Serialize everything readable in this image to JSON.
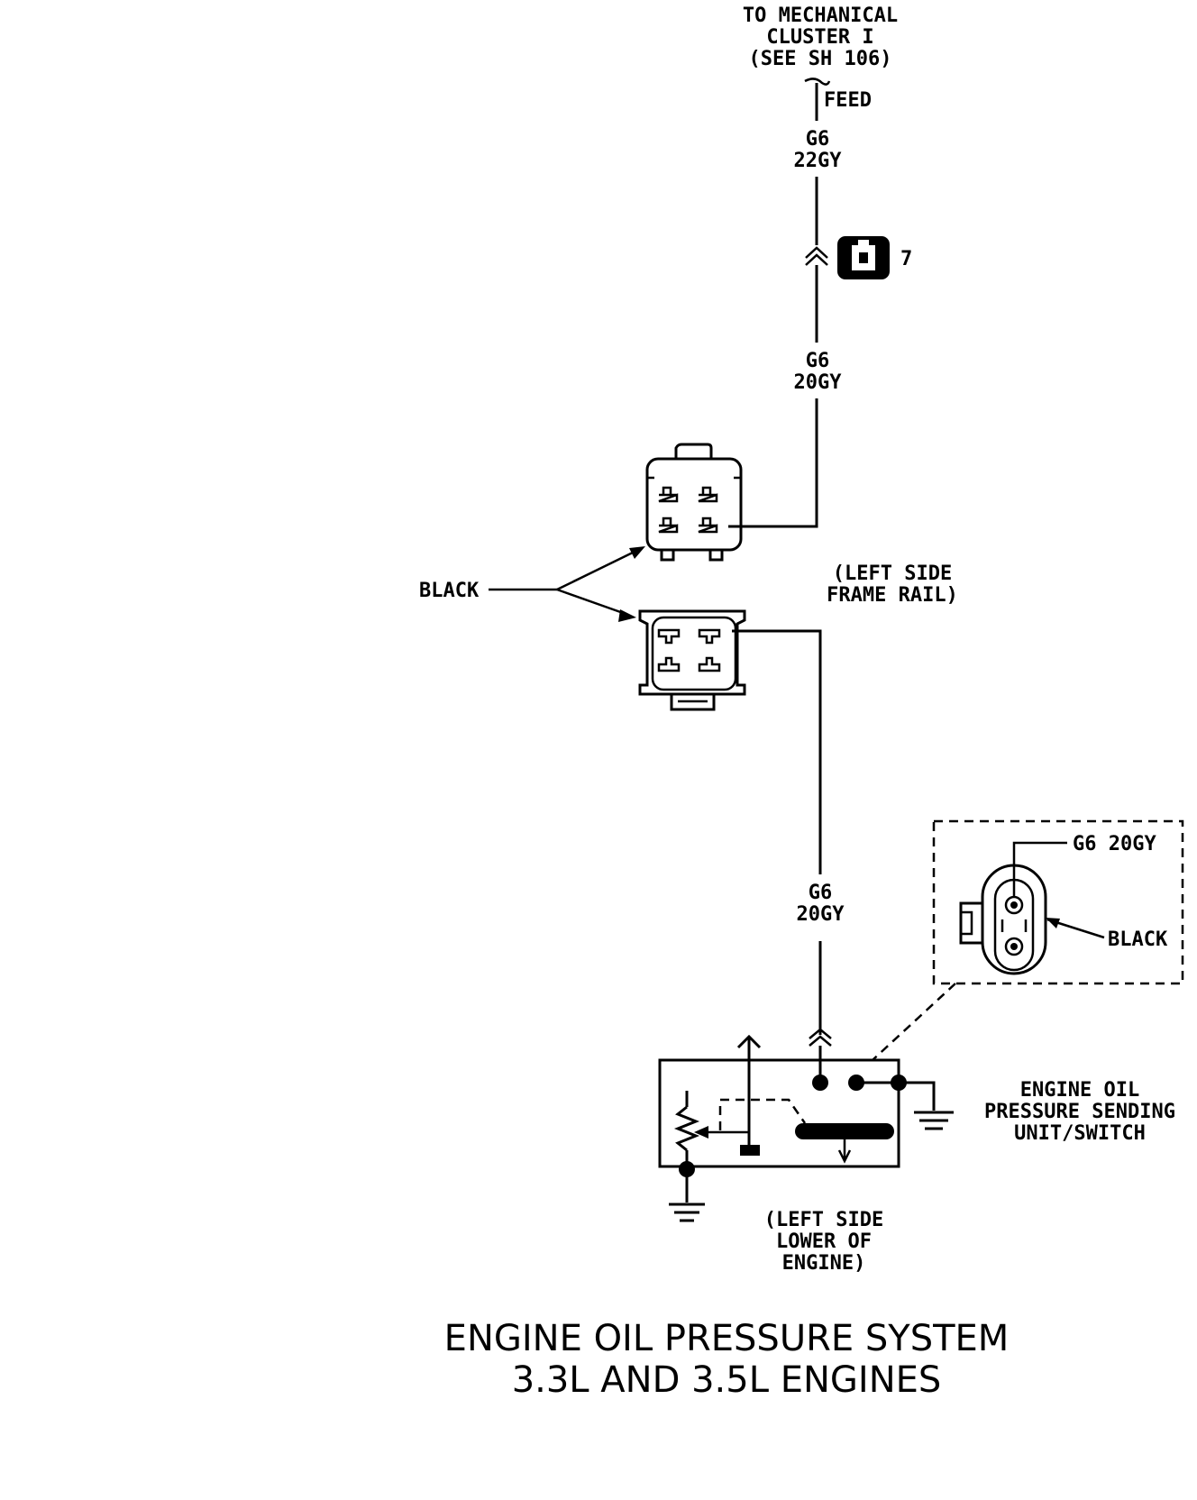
{
  "top_feed": {
    "destination_lines": [
      "TO MECHANICAL",
      "CLUSTER I",
      "(SEE SH 106)"
    ],
    "feed_label": "FEED"
  },
  "wires": {
    "upper": {
      "circuit": "G6",
      "gauge_color": "22GY"
    },
    "middle": {
      "circuit": "G6",
      "gauge_color": "20GY"
    },
    "lower": {
      "circuit": "G6",
      "gauge_color": "20GY"
    }
  },
  "splice_reference": "7",
  "connector": {
    "color_label": "BLACK",
    "location_lines": [
      "(LEFT SIDE",
      "FRAME RAIL)"
    ]
  },
  "inset": {
    "wire_label": "G6 20GY",
    "connector_label": "BLACK"
  },
  "sender": {
    "name_lines": [
      "ENGINE OIL",
      "PRESSURE SENDING",
      "UNIT/SWITCH"
    ],
    "location_lines": [
      "(LEFT SIDE",
      "LOWER OF",
      "ENGINE)"
    ]
  },
  "title_lines": [
    "ENGINE OIL PRESSURE SYSTEM",
    "3.3L AND 3.5L ENGINES"
  ]
}
